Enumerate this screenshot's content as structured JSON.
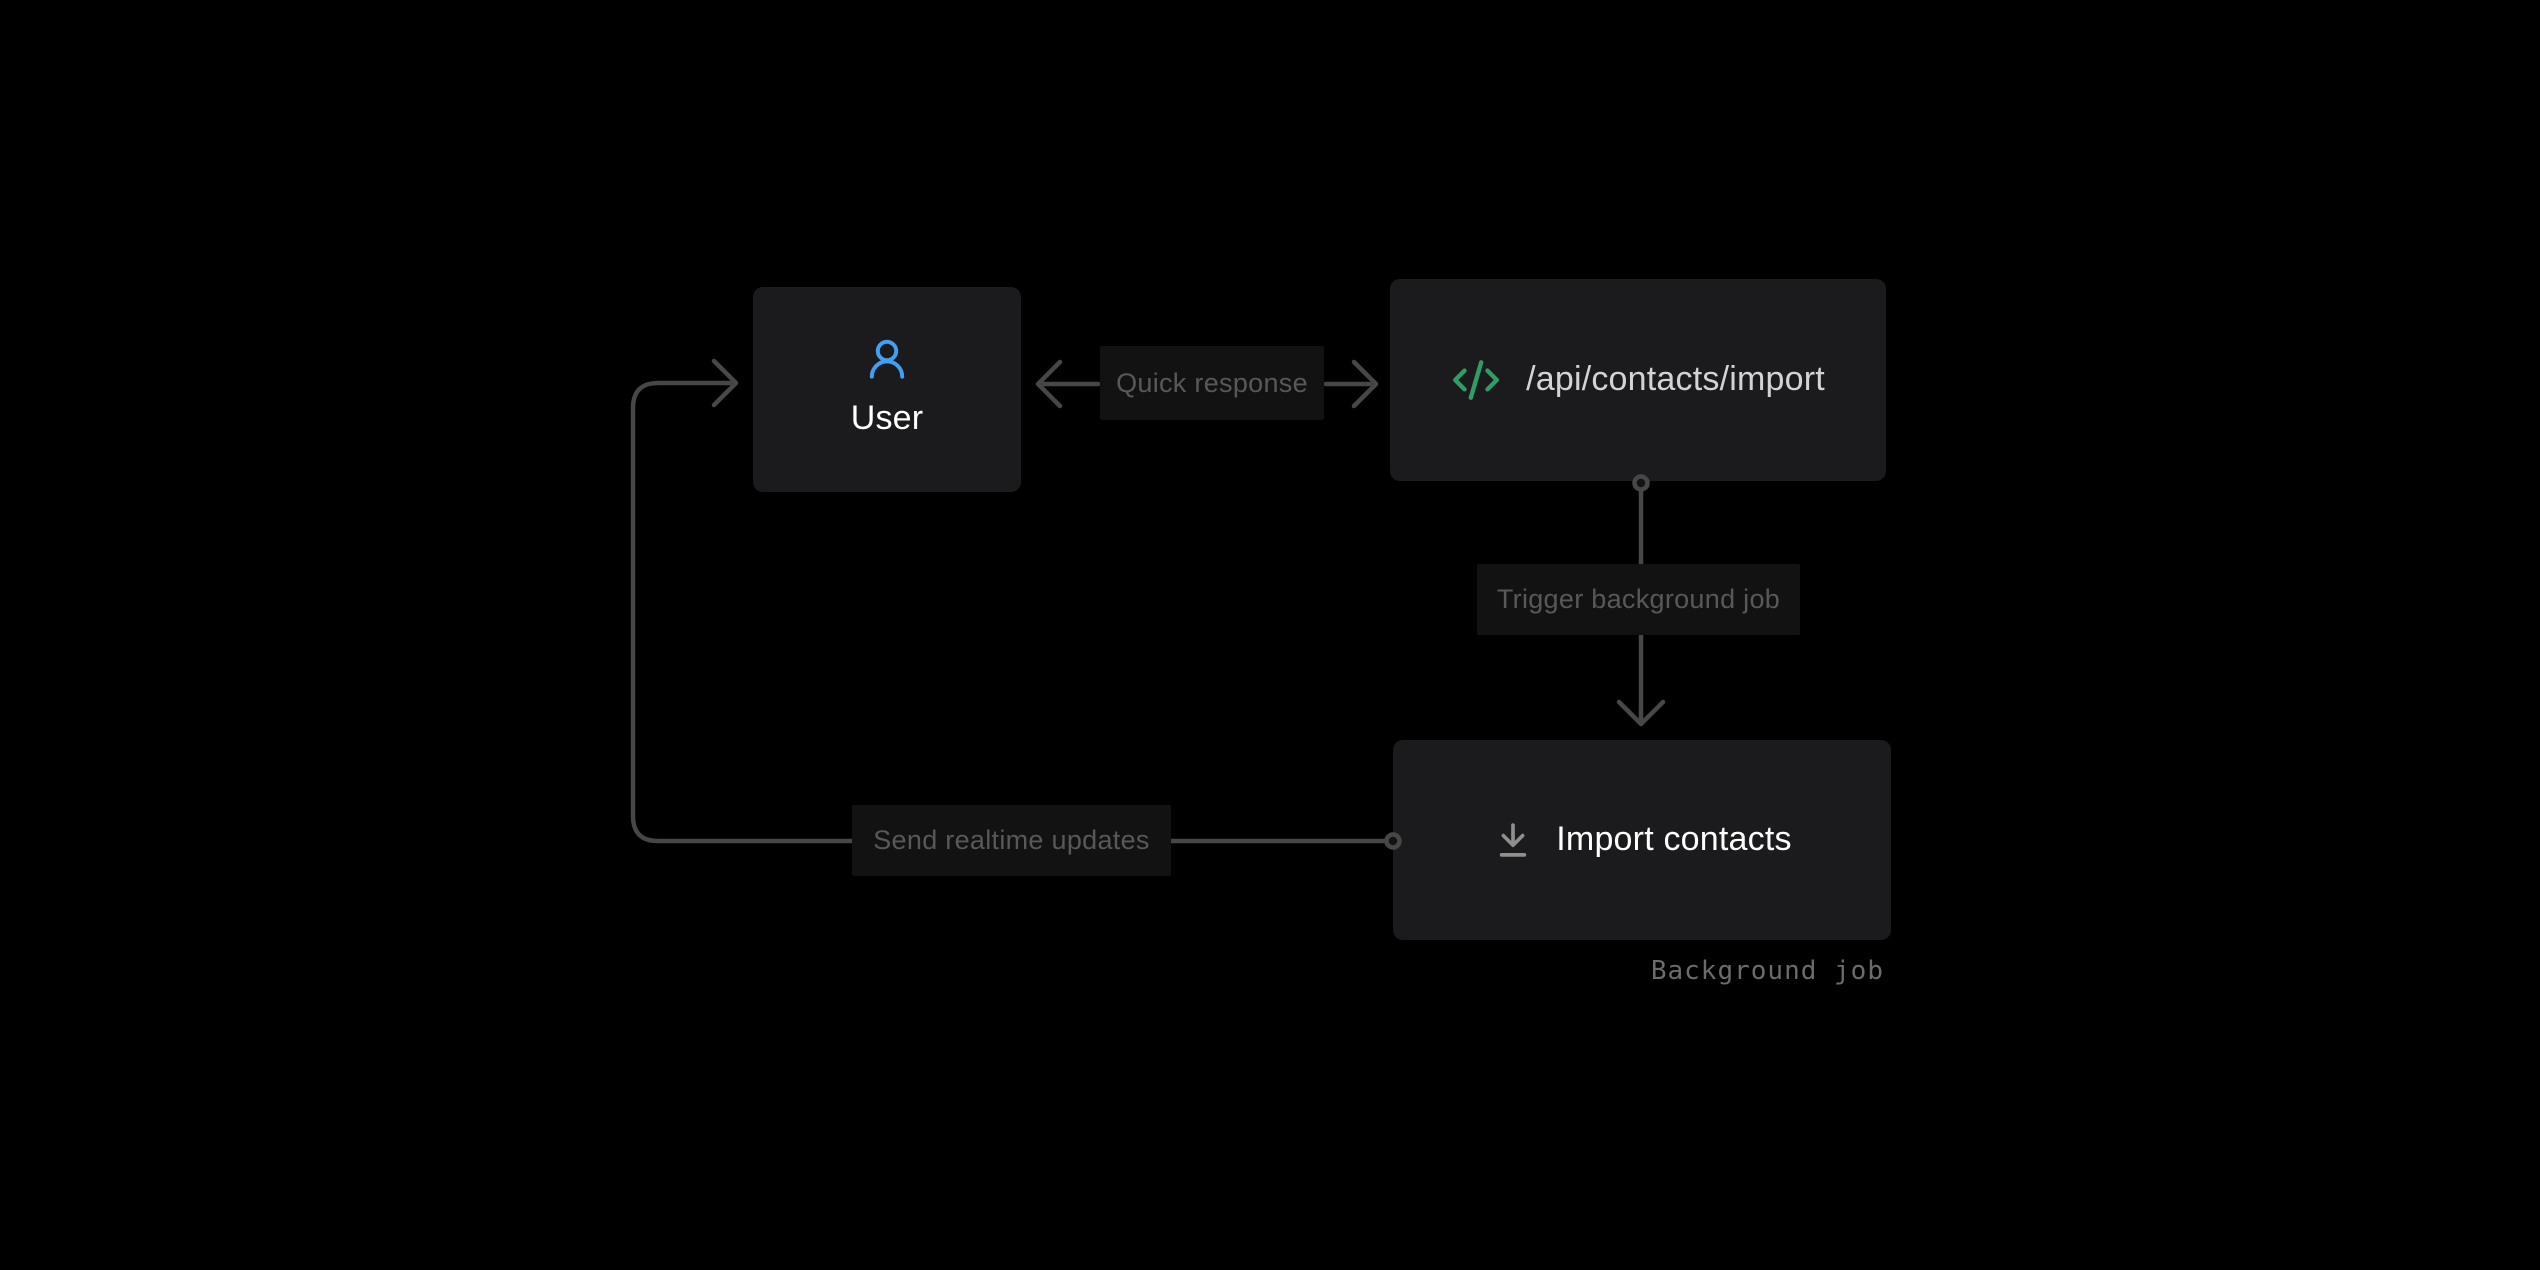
{
  "nodes": {
    "user": {
      "label": "User",
      "icon": "user-icon"
    },
    "api": {
      "label": "/api/contacts/import",
      "icon": "code-icon"
    },
    "import_job": {
      "label": "Import contacts",
      "icon": "download-icon",
      "caption": "Background job"
    }
  },
  "edges": {
    "quick_response": {
      "label": "Quick response",
      "from": "api",
      "to": "user",
      "style": "double-headed-arrow"
    },
    "trigger": {
      "label": "Trigger background job",
      "from": "api",
      "to": "import_job",
      "style": "arrow-down"
    },
    "realtime": {
      "label": "Send realtime updates",
      "from": "import_job",
      "to": "user",
      "style": "elbow-arrow"
    }
  },
  "colors": {
    "background": "#000000",
    "node_bg": "#1b1b1d",
    "label_bg": "#121213",
    "line": "#474747",
    "label_text": "#585858",
    "title_text": "#ffffff",
    "api_text": "#d3d3d5",
    "caption_text": "#6b6b6b",
    "user_icon": "#429ff2",
    "code_icon": "#2f9e64",
    "download_icon": "#8f8f8f",
    "connector_fill": "#131313"
  }
}
